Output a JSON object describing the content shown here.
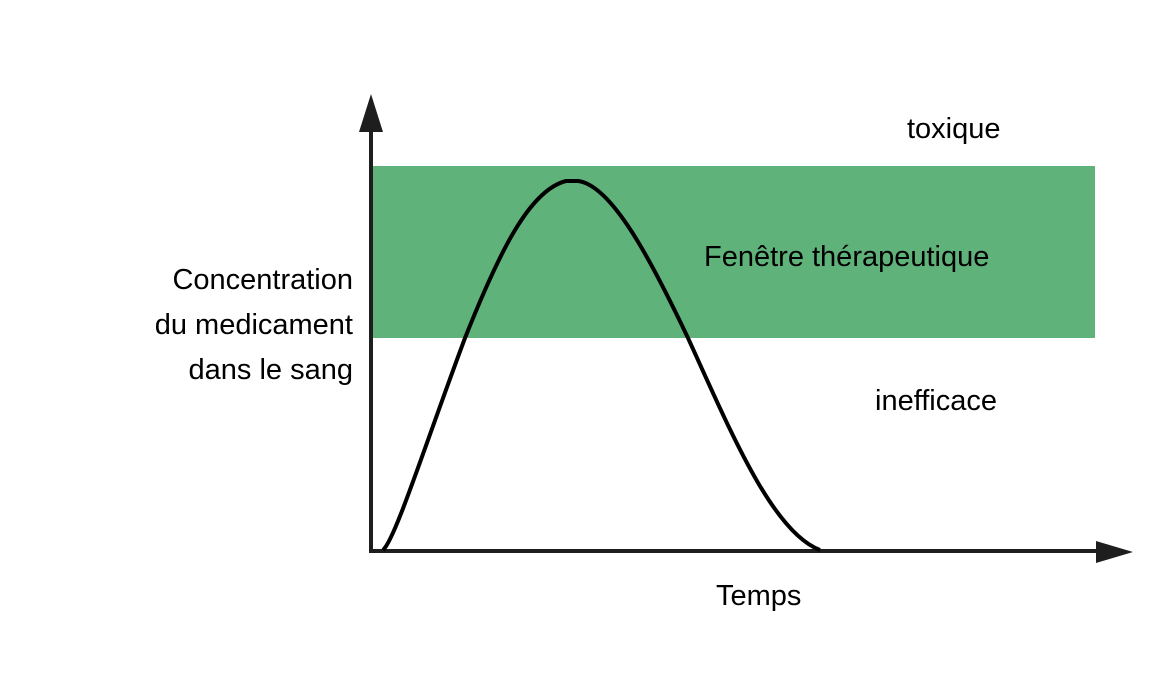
{
  "diagram": {
    "y_axis_label": [
      "Concentration",
      "du medicament",
      "dans le sang"
    ],
    "x_axis_label": "Temps",
    "zones": {
      "toxic": "toxique",
      "therapeutic": "Fenêtre thérapeutique",
      "ineffective": "inefficace"
    },
    "colors": {
      "therapeutic_band": "#5fb37a",
      "axes": "#1e1e1e",
      "curve": "#000000"
    }
  }
}
